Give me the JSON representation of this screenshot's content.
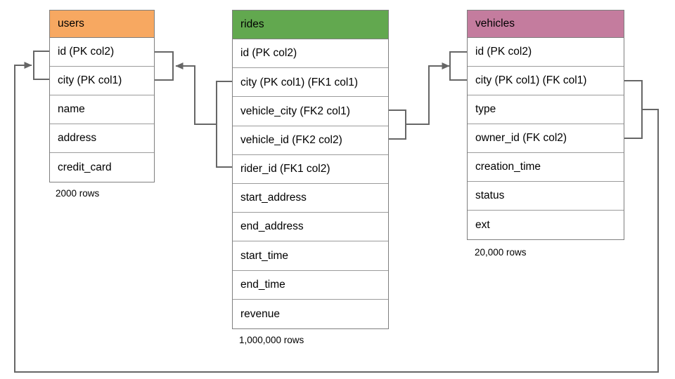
{
  "diagram": {
    "line_color": "#666666",
    "tables": [
      {
        "name": "users",
        "header_color": "#F7A861",
        "columns": [
          "id (PK col2)",
          "city (PK col1)",
          "name",
          "address",
          "credit_card"
        ],
        "row_count": "2000 rows"
      },
      {
        "name": "rides",
        "header_color": "#62A84F",
        "columns": [
          "id (PK col2)",
          "city (PK col1) (FK1 col1)",
          "vehicle_city (FK2 col1)",
          "vehicle_id (FK2 col2)",
          "rider_id (FK1 col2)",
          "start_address",
          "end_address",
          "start_time",
          "end_time",
          "revenue"
        ],
        "row_count": "1,000,000 rows"
      },
      {
        "name": "vehicles",
        "header_color": "#C47C9E",
        "columns": [
          "id (PK col2)",
          "city (PK col1) (FK col1)",
          "type",
          "owner_id (FK col2)",
          "creation_time",
          "status",
          "ext"
        ],
        "row_count": "20,000 rows"
      }
    ],
    "connectors": [
      {
        "name": "rides-to-users",
        "from": "rides (city, rider_id)",
        "to": "users (city, id)"
      },
      {
        "name": "rides-to-vehicles",
        "from": "rides (vehicle_city, vehicle_id)",
        "to": "vehicles (city, id)"
      },
      {
        "name": "vehicles-to-users",
        "from": "vehicles (city, owner_id)",
        "to": "users (city, id)"
      }
    ]
  }
}
